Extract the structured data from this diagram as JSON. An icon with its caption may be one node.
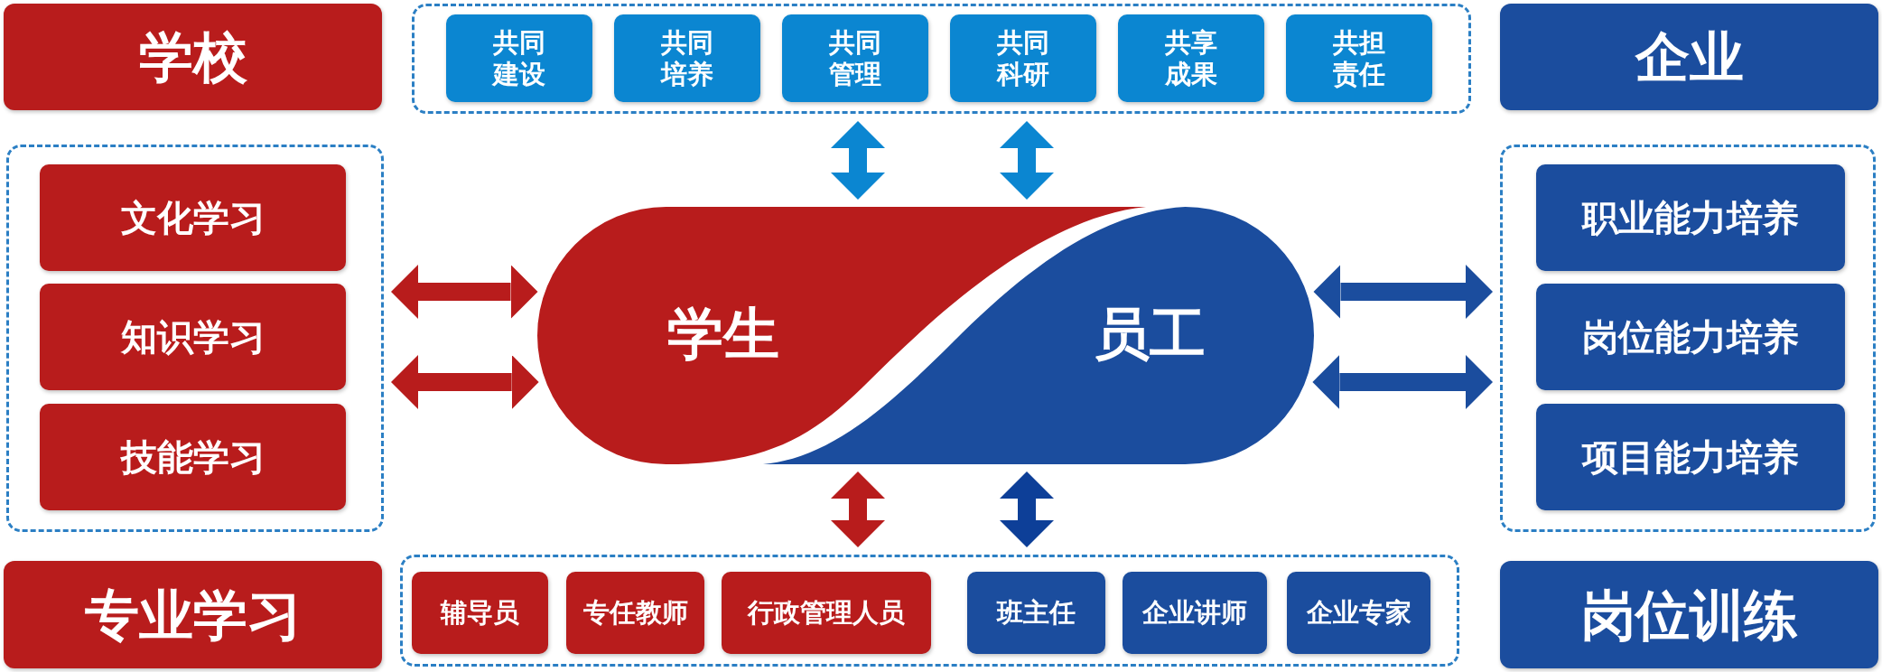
{
  "diagram": {
    "nodes": [
      {
        "text": [
          "学校"
        ]
      },
      {
        "text": [],
        "shape": "box"
      },
      {
        "text": [
          "共同建设"
        ],
        "in": 1
      },
      {
        "text": [
          "共同培养"
        ],
        "in": 1
      },
      {
        "text": [
          "共同管理"
        ],
        "in": 1
      },
      {
        "text": [
          "共同科研"
        ],
        "in": 1
      },
      {
        "text": [
          "共享成果"
        ],
        "in": 1
      },
      {
        "text": [
          "共担责任"
        ],
        "in": 1
      },
      {
        "text": [
          "企业"
        ]
      },
      {
        "text": [],
        "shape": "box"
      },
      {
        "text": [
          "文化学习"
        ],
        "in": 9
      },
      {
        "text": [
          "知识学习"
        ],
        "in": 9
      },
      {
        "text": [
          "技能学习"
        ],
        "in": 9
      },
      {
        "text": [
          "学生",
          "员工"
        ]
      },
      {
        "text": [],
        "shape": "box"
      },
      {
        "text": [
          "职业能力培养"
        ],
        "in": 14
      },
      {
        "text": [
          "岗位能力培养"
        ],
        "in": 14
      },
      {
        "text": [
          "项目能力培养"
        ],
        "in": 14
      },
      {
        "text": [
          "专业学习"
        ]
      },
      {
        "text": [],
        "shape": "box"
      },
      {
        "text": [
          "辅导员"
        ],
        "in": 19
      },
      {
        "text": [
          "专任教师"
        ],
        "in": 19
      },
      {
        "text": [
          "行政管理人员"
        ],
        "in": 19
      },
      {
        "text": [
          "班主任"
        ],
        "in": 19
      },
      {
        "text": [
          "企业讲师"
        ],
        "in": 19
      },
      {
        "text": [
          "企业专家"
        ],
        "in": 19
      },
      {
        "text": [
          "岗位训练"
        ]
      }
    ],
    "edges": [
      {
        "from": 9,
        "to": 13,
        "arrow": "both",
        "color": "#b81c1c"
      },
      {
        "from": 9,
        "to": 13,
        "arrow": "both",
        "color": "#b81c1c"
      },
      {
        "from": 1,
        "to": 13,
        "arrow": "both",
        "color": "#0b86d1"
      },
      {
        "from": 1,
        "to": 13,
        "arrow": "both",
        "color": "#0b86d1"
      },
      {
        "from": 13,
        "to": 14,
        "arrow": "both",
        "color": "#1b4d9e"
      },
      {
        "from": 13,
        "to": 14,
        "arrow": "both",
        "color": "#1b4d9e"
      },
      {
        "from": 13,
        "to": 19,
        "arrow": "both",
        "color": "#b81c1c"
      },
      {
        "from": 13,
        "to": 19,
        "arrow": "both",
        "color": "#0d3f98"
      }
    ]
  }
}
